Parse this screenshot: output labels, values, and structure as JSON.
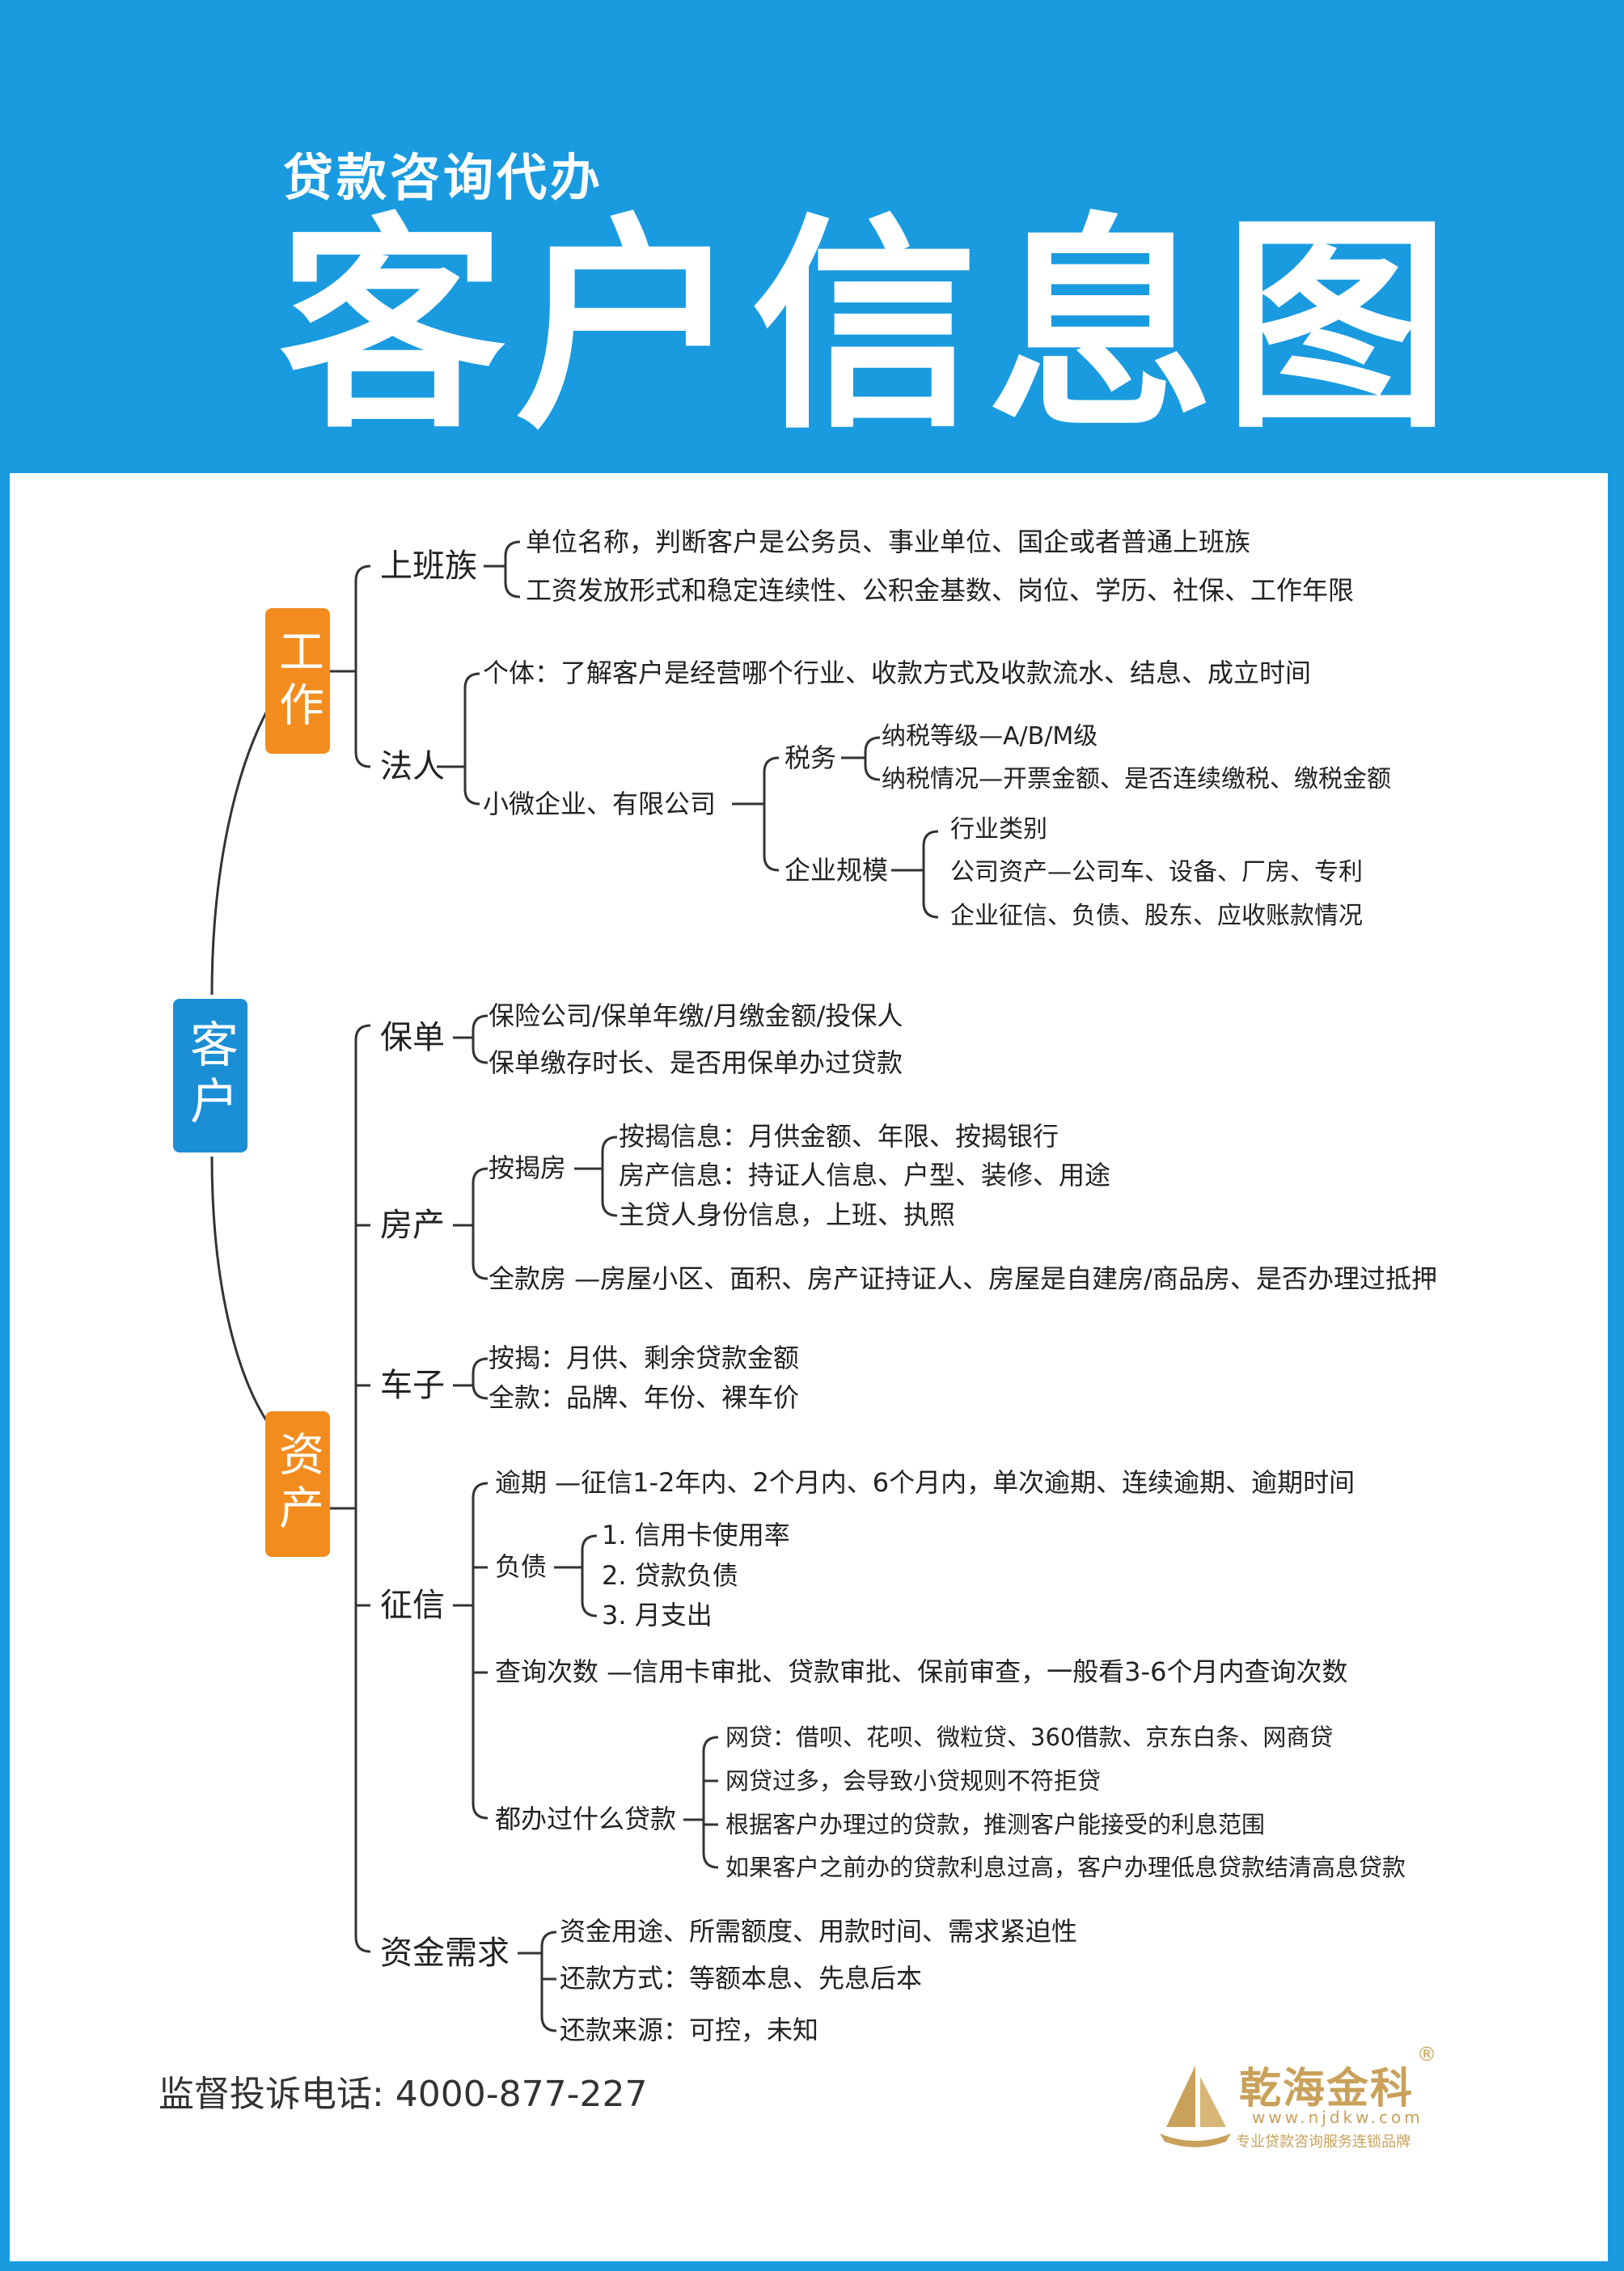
{
  "header": {
    "subtitle": "贷款咨询代办",
    "title": "客户信息图"
  },
  "nodes": {
    "root": "客户",
    "work": "工作",
    "assets": "资产",
    "shangbanzu": "上班族",
    "faren": "法人",
    "baodan": "保单",
    "fangchan": "房产",
    "chezi": "车子",
    "zhengxin": "征信",
    "zijinxuqiu": "资金需求"
  },
  "shangbanzu_items": [
    "单位名称，判断客户是公务员、事业单位、国企或者普通上班族",
    "工资发放形式和稳定连续性、公积金基数、岗位、学历、社保、工作年限"
  ],
  "faren": {
    "geti": "个体：了解客户是经营哪个行业、收款方式及收款流水、结息、成立时间",
    "xiaowei": "小微企业、有限公司",
    "shuiwu": "税务",
    "shuiwu_items": [
      "纳税等级—A/B/M级",
      "纳税情况—开票金额、是否连续缴税、缴税金额"
    ],
    "guimo": "企业规模",
    "guimo_items": [
      "行业类别",
      "公司资产—公司车、设备、厂房、专利",
      "企业征信、负债、股东、应收账款情况"
    ]
  },
  "baodan_items": [
    "保险公司/保单年缴/月缴金额/投保人",
    "保单缴存时长、是否用保单办过贷款"
  ],
  "fangchan": {
    "anjie": "按揭房",
    "anjie_items": [
      "按揭信息：月供金额、年限、按揭银行",
      "房产信息：持证人信息、户型、装修、用途",
      "主贷人身份信息，上班、执照"
    ],
    "quankuan": "全款房  —房屋小区、面积、房产证持证人、房屋是自建房/商品房、是否办理过抵押"
  },
  "chezi_items": [
    "按揭：月供、剩余贷款金额",
    "全款：品牌、年份、裸车价"
  ],
  "zhengxin": {
    "yuqi": "逾期  —征信1-2年内、2个月内、6个月内，单次逾期、连续逾期、逾期时间",
    "fuzhai": "负债",
    "fuzhai_items": [
      "1. 信用卡使用率",
      "2. 贷款负债",
      "3. 月支出"
    ],
    "chaxun": "查询次数 —信用卡审批、贷款审批、保前审查，一般看3-6个月内查询次数",
    "daikuan": "都办过什么贷款",
    "daikuan_items": [
      "网贷：借呗、花呗、微粒贷、360借款、京东白条、网商贷",
      "网贷过多，会导致小贷规则不符拒贷",
      "根据客户办理过的贷款，推测客户能接受的利息范围",
      "如果客户之前办的贷款利息过高，客户办理低息贷款结清高息贷款"
    ]
  },
  "zijin_items": [
    "资金用途、所需额度、用款时间、需求紧迫性",
    "还款方式：等额本息、先息后本",
    "还款来源：可控，未知"
  ],
  "footer": {
    "hotline": "监督投诉电话: 4000-877-227",
    "logo_name": "乾海金科",
    "logo_reg": "®",
    "logo_site": "www.njdkw.com",
    "logo_slogan": "专业贷款咨询服务连锁品牌"
  },
  "colors": {
    "background": "#1a9be0",
    "category": "#f28c1e",
    "root": "#1a8fd6",
    "line": "#333333",
    "logo": "#c9a15a"
  }
}
